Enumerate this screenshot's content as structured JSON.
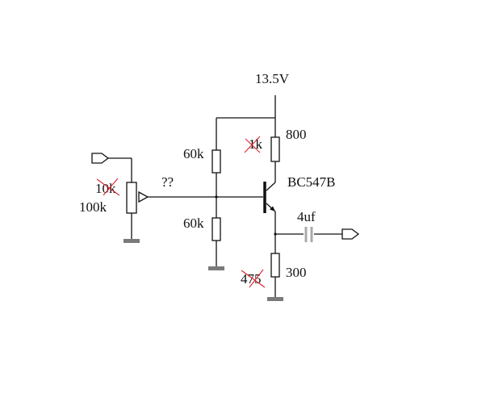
{
  "supply": {
    "label": "13.5V"
  },
  "bias": {
    "upper_resistor": "60k",
    "lower_resistor": "60k"
  },
  "collector": {
    "old_value": "1k",
    "new_value": "800"
  },
  "transistor": {
    "label": "BC547B"
  },
  "emitter": {
    "old_value": "475",
    "new_value": "300"
  },
  "coupling_cap": {
    "label": "4uf"
  },
  "input_pot": {
    "old_value": "10k",
    "new_value": "100k"
  },
  "unknown_connection": {
    "label": "??"
  },
  "colors": {
    "ink": "#111111",
    "ground": "#7a7a7a",
    "correction_mark": "#d9242f",
    "capacitor": "#a9a9a9"
  }
}
